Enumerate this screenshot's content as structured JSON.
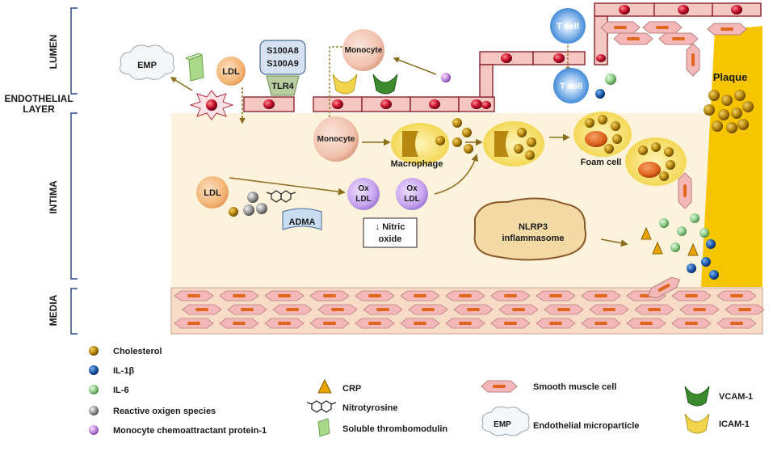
{
  "regions": {
    "lumen": "LUMEN",
    "endothelial_layer_line1": "ENDOTHELIAL",
    "endothelial_layer_line2": "LAYER",
    "intima": "INTIMA",
    "media": "MEDIA"
  },
  "labels": {
    "emp": "EMP",
    "ldl_lumen": "LDL",
    "s100a8": "S100A8",
    "s100a9": "S100A9",
    "tlr4": "TLR4",
    "monocyte_lumen": "Monocyte",
    "t_cell_top": "T cell",
    "t_cell_mid": "T cell",
    "plaque": "Plaque",
    "monocyte_intima": "Monocyte",
    "macrophage": "Macrophage",
    "foam_cell": "Foam cell",
    "ldl_intima": "LDL",
    "adma": "ADMA",
    "ox_ldl_1": "Ox\nLDL",
    "ox_ldl_2": "Ox\nLDL",
    "nitric_oxide_line1": "↓ Nitric",
    "nitric_oxide_line2": "oxide",
    "nlrp3_line1": "NLRP3",
    "nlrp3_line2": "inflammasome"
  },
  "legend": {
    "cholesterol": "Cholesterol",
    "il1b": "IL-1β",
    "il6": "IL-6",
    "ros": "Reactive oxigen species",
    "mcp1": "Monocyte chemoattractant protein-1",
    "crp": "CRP",
    "nitrotyrosine": "Nitrotyrosine",
    "soluble_thrombomodulin": "Soluble thrombomodulin",
    "smooth_muscle_cell": "Smooth muscle cell",
    "emp_symbol": "EMP",
    "endothelial_microparticle": "Endothelial microparticle",
    "vcam1": "VCAM-1",
    "icam1": "ICAM-1"
  },
  "colors": {
    "intima_bg": "#fdf3dc",
    "media_bg": "#f8dcc8",
    "plaque": "#f7c500",
    "endothelium": "#f4c7c0",
    "endo_border": "#8a2430",
    "nucleus_red": "#c8102e",
    "cholesterol": "#b8860b",
    "il1b": "#1f5fb0",
    "il6": "#8fce8a",
    "ros": "#9a9a9a",
    "mcp1": "#c58be0",
    "ox_ldl": "#c9a6f0",
    "ldl": "#f4b77a",
    "t_cell": "#2f7dd1",
    "vcam1": "#3b8a2e",
    "icam1": "#f2d54c",
    "arrow": "#8a6d1d",
    "bracket": "#2a4a8a"
  }
}
